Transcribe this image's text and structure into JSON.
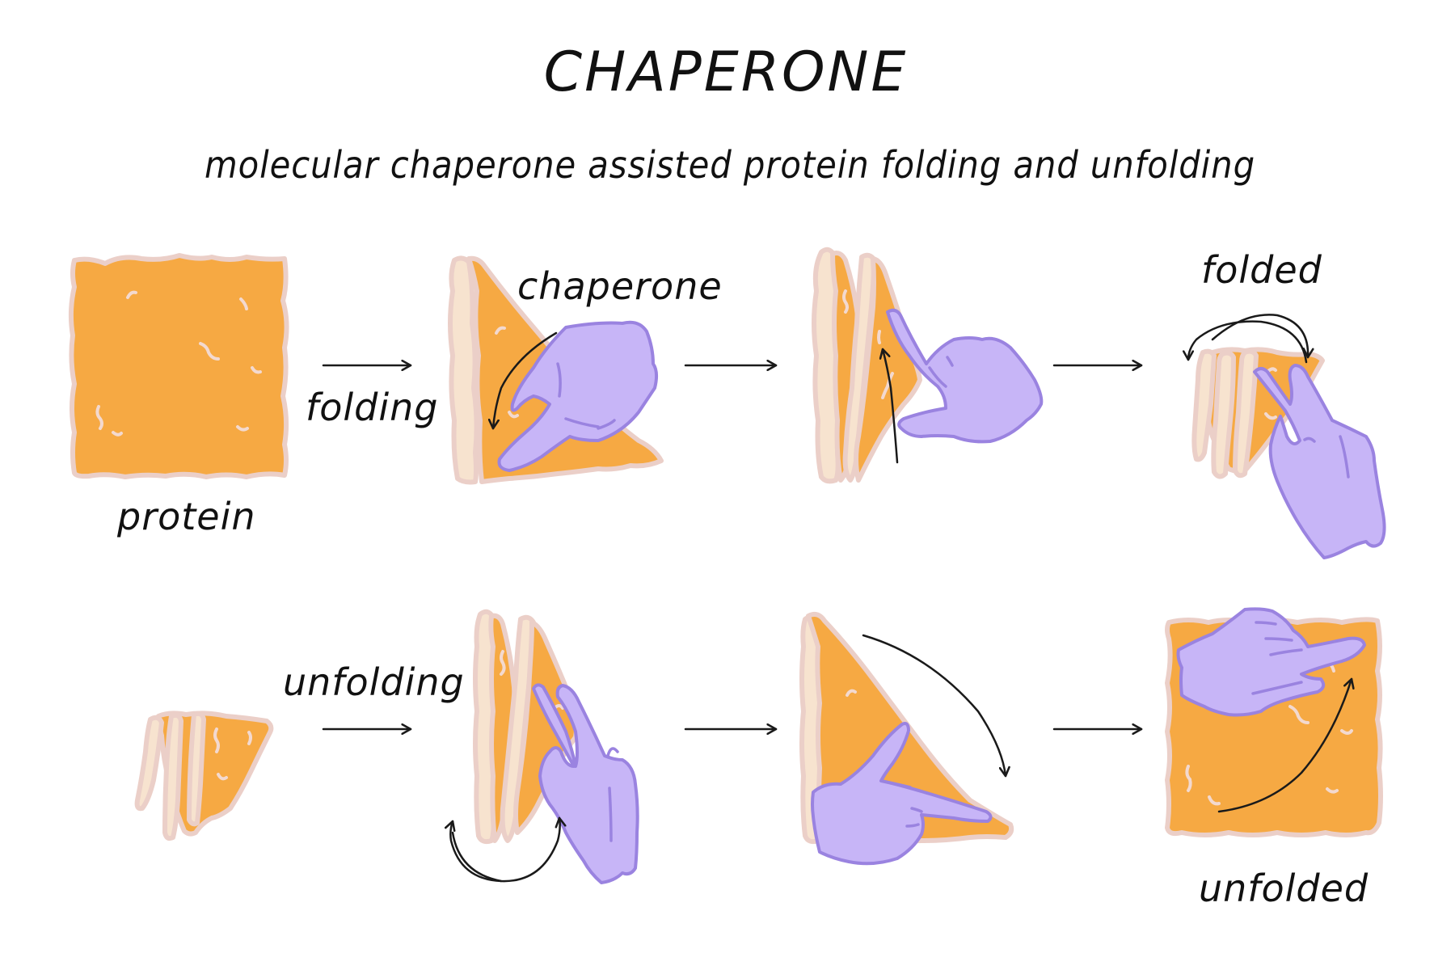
{
  "header": {
    "title": "CHAPERONE",
    "subtitle": "molecular chaperone assisted protein folding and unfolding"
  },
  "colors": {
    "protein": "#F6A943",
    "protein_edge": "#EBCFC8",
    "fold_strip": "#F7E3CF",
    "chaperone_hand": "#C7B5F7",
    "chaperone_outline": "#9A83E0",
    "ink": "#111111",
    "background": "#FFFFFF"
  },
  "rows": [
    {
      "name": "folding-row",
      "steps": [
        {
          "id": "protein-sheet",
          "label": "protein",
          "icon": "unfolded-protein-sheet"
        },
        {
          "id": "arrow-1",
          "label": "folding",
          "icon": "right-arrow-icon"
        },
        {
          "id": "first-fold",
          "label": "chaperone",
          "icon": "hand-folding-sheet"
        },
        {
          "id": "arrow-2",
          "label": "",
          "icon": "right-arrow-icon"
        },
        {
          "id": "second-fold",
          "label": "",
          "icon": "hand-folding-sheet"
        },
        {
          "id": "arrow-3",
          "label": "",
          "icon": "right-arrow-icon"
        },
        {
          "id": "folded-protein",
          "label": "folded",
          "icon": "folded-protein-with-hand"
        }
      ]
    },
    {
      "name": "unfolding-row",
      "steps": [
        {
          "id": "folded-start",
          "label": "",
          "icon": "folded-protein"
        },
        {
          "id": "arrow-4",
          "label": "unfolding",
          "icon": "right-arrow-icon"
        },
        {
          "id": "first-unfold",
          "label": "",
          "icon": "hand-unfolding-sheet"
        },
        {
          "id": "arrow-5",
          "label": "",
          "icon": "right-arrow-icon"
        },
        {
          "id": "second-unfold",
          "label": "",
          "icon": "hand-unfolding-sheet"
        },
        {
          "id": "arrow-6",
          "label": "",
          "icon": "right-arrow-icon"
        },
        {
          "id": "unfolded-protein",
          "label": "unfolded",
          "icon": "unfolded-protein-with-hand"
        }
      ]
    }
  ],
  "labels": {
    "protein": "protein",
    "folding": "folding",
    "chaperone": "chaperone",
    "folded": "folded",
    "unfolding": "unfolding",
    "unfolded": "unfolded"
  }
}
